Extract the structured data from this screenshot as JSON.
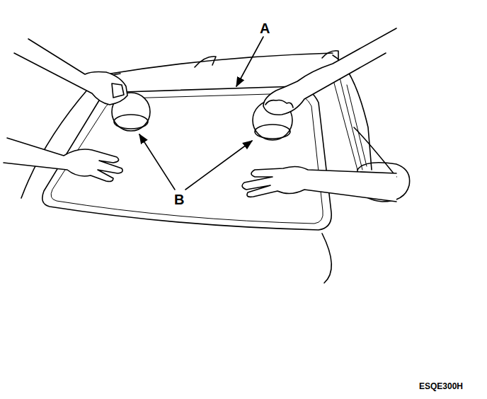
{
  "diagram": {
    "labels": [
      "A",
      "B",
      "ESQE300H"
    ]
  }
}
